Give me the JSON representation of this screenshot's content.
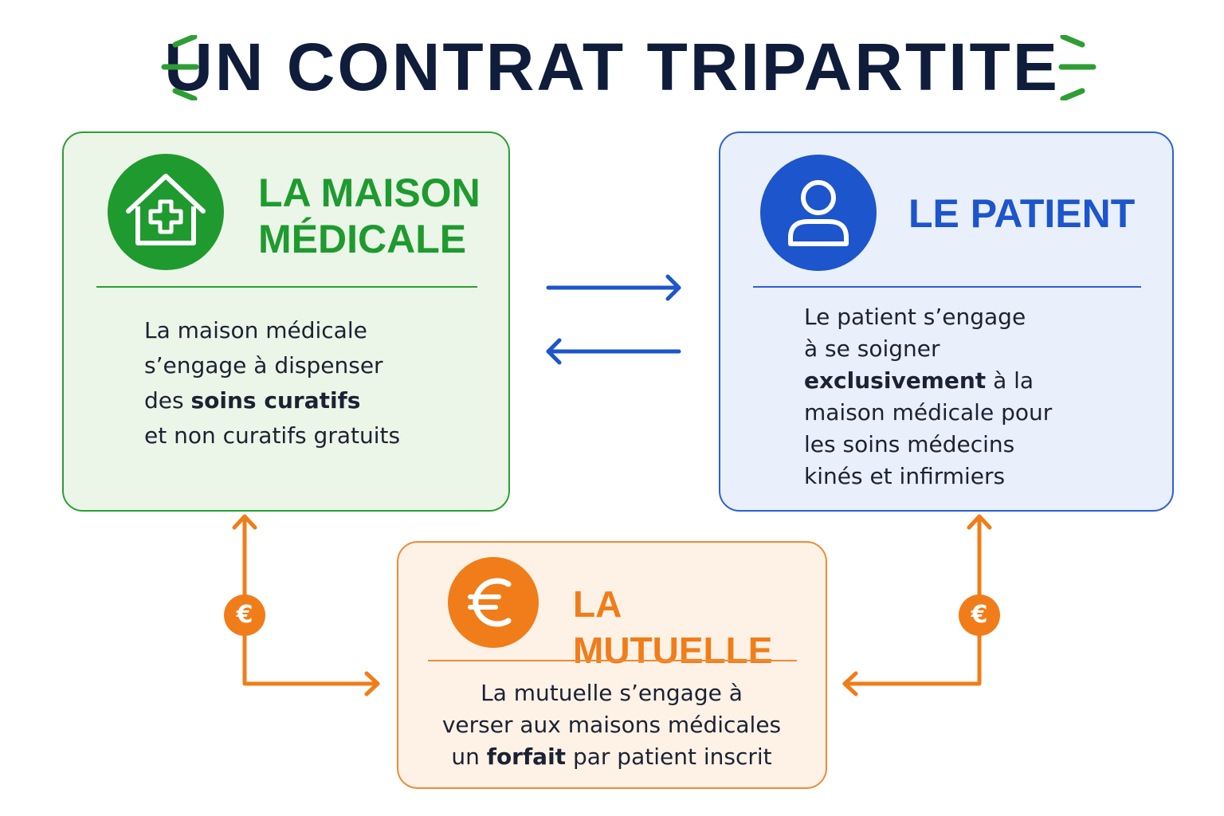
{
  "title": "UN CONTRAT TRIPARTITE",
  "colors": {
    "green": "#2e9e34",
    "blue": "#2d61d3",
    "orange": "#f07d1a",
    "navy": "#0f1c3a"
  },
  "cards": {
    "maison": {
      "icon": "medical-house-icon",
      "title_line1": "LA MAISON",
      "title_line2": "MÉDICALE",
      "text": {
        "l1": "La maison médicale",
        "l2": "s’engage à dispenser",
        "l3_pre": "des ",
        "l3_bold": "soins curatifs",
        "l4": "et non curatifs gratuits"
      }
    },
    "patient": {
      "icon": "person-icon",
      "title": "LE PATIENT",
      "text": {
        "l1": "Le patient s’engage",
        "l2": "à se soigner",
        "l3_bold": "exclusivement",
        "l3_post": " à la",
        "l4": "maison médicale pour",
        "l5": "les soins médecins",
        "l6": "kinés et infirmiers"
      }
    },
    "mutuelle": {
      "icon": "euro-icon",
      "title": "LA MUTUELLE",
      "text": {
        "l1": "La mutuelle s’engage à",
        "l2": "verser aux maisons médicales",
        "l3_pre": "un ",
        "l3_bold": "forfait",
        "l3_post": " par patient inscrit"
      }
    }
  },
  "badges": {
    "left": "€",
    "right": "€"
  }
}
